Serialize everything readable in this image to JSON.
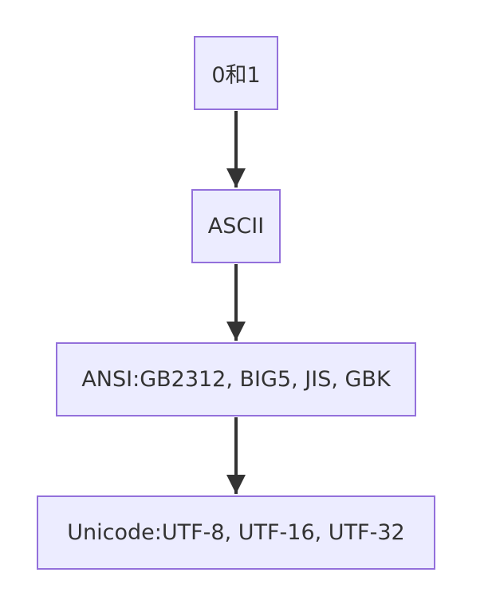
{
  "diagram": {
    "type": "flowchart",
    "direction": "top-down",
    "nodes": [
      {
        "id": "n0",
        "label": "0和1"
      },
      {
        "id": "n1",
        "label": "ASCII"
      },
      {
        "id": "n2",
        "label": "ANSI:GB2312, BIG5, JIS, GBK"
      },
      {
        "id": "n3",
        "label": "Unicode:UTF-8, UTF-16, UTF-32"
      }
    ],
    "edges": [
      {
        "from": "n0",
        "to": "n1"
      },
      {
        "from": "n1",
        "to": "n2"
      },
      {
        "from": "n2",
        "to": "n3"
      }
    ],
    "colors": {
      "node_fill": "#ECECFF",
      "node_border": "#9370DB",
      "edge": "#333333",
      "text": "#333333"
    }
  }
}
